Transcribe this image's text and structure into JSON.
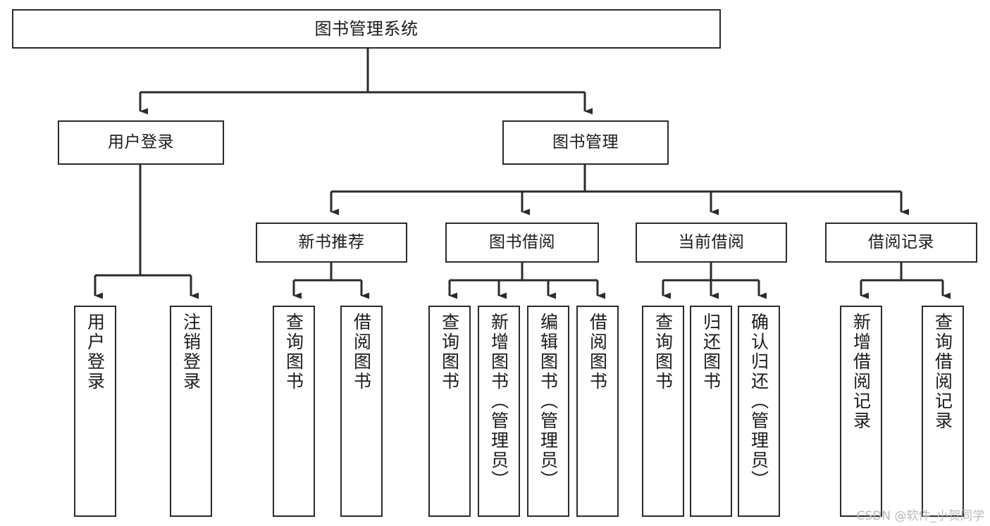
{
  "diagram": {
    "title": "图书管理系统",
    "type": "tree-diagram",
    "watermark": "CSDN @软件_小贺同学",
    "colors": {
      "background": "#ffffff",
      "border": "#2b2b2b",
      "text": "#1b1b1b",
      "edge": "#2b2b2b",
      "watermark": "#b9b9b9"
    },
    "nodes": {
      "root": {
        "label": "图书管理系统"
      },
      "level1": [
        {
          "label": "用户登录"
        },
        {
          "label": "图书管理"
        }
      ],
      "level2": [
        {
          "label": "新书推荐"
        },
        {
          "label": "图书借阅"
        },
        {
          "label": "当前借阅"
        },
        {
          "label": "借阅记录"
        }
      ],
      "leaves": {
        "user_login": [
          {
            "label": "用户登录"
          },
          {
            "label": "注销登录"
          }
        ],
        "new_book_recommend": [
          {
            "label": "查询图书"
          },
          {
            "label": "借阅图书"
          }
        ],
        "book_borrow": [
          {
            "label": "查询图书"
          },
          {
            "label": "新增图书（管理员）"
          },
          {
            "label": "编辑图书（管理员）"
          },
          {
            "label": "借阅图书"
          }
        ],
        "current_borrow": [
          {
            "label": "查询图书"
          },
          {
            "label": "归还图书"
          },
          {
            "label": "确认归还（管理员）"
          }
        ],
        "borrow_record": [
          {
            "label": "新增借阅记录"
          },
          {
            "label": "查询借阅记录"
          }
        ]
      }
    }
  }
}
